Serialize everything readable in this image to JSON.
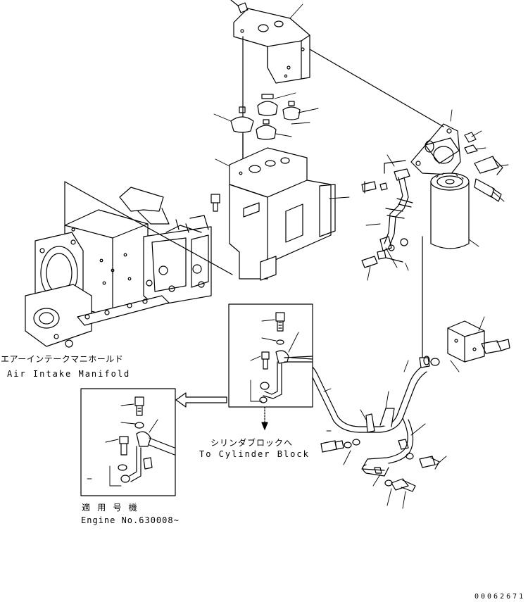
{
  "labels": {
    "manifold_jp": "エアーインテークマニホールド",
    "manifold_en": "Air Intake Manifold",
    "cylinder_jp": "シリンダブロックへ",
    "cylinder_en": "To Cylinder Block",
    "applicable_jp": "適 用 号 機",
    "engine_no": "Engine No.630008~",
    "part_number": "00062671"
  },
  "colors": {
    "line": "#000000",
    "background": "#ffffff"
  }
}
